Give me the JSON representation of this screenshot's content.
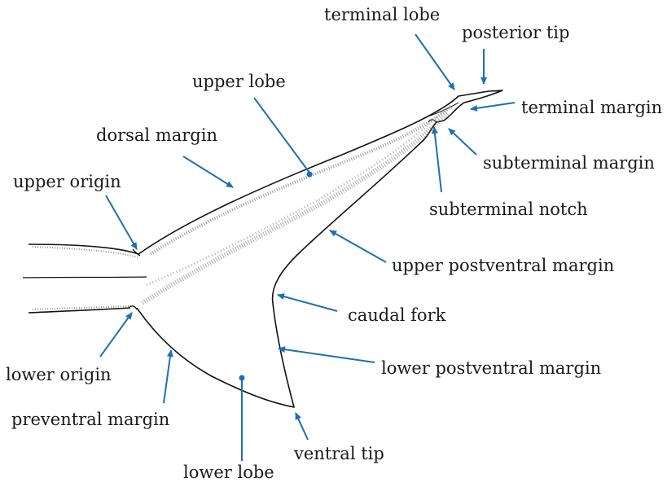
{
  "diagram": {
    "labels": {
      "terminal_lobe": "terminal lobe",
      "posterior_tip": "posterior tip",
      "upper_lobe": "upper lobe",
      "terminal_margin": "terminal margin",
      "dorsal_margin": "dorsal margin",
      "subterminal_margin": "subterminal margin",
      "upper_origin": "upper origin",
      "subterminal_notch": "subterminal notch",
      "upper_postventral_margin": "upper postventral margin",
      "caudal_fork": "caudal fork",
      "lower_origin": "lower origin",
      "lower_postventral_margin": "lower postventral margin",
      "preventral_margin": "preventral margin",
      "ventral_tip": "ventral tip",
      "lower_lobe": "lower lobe"
    },
    "colors": {
      "outline": "#111111",
      "shading": "#7a7a7a",
      "pointer": "#1f6fb2",
      "text": "#1a1a1a"
    }
  }
}
